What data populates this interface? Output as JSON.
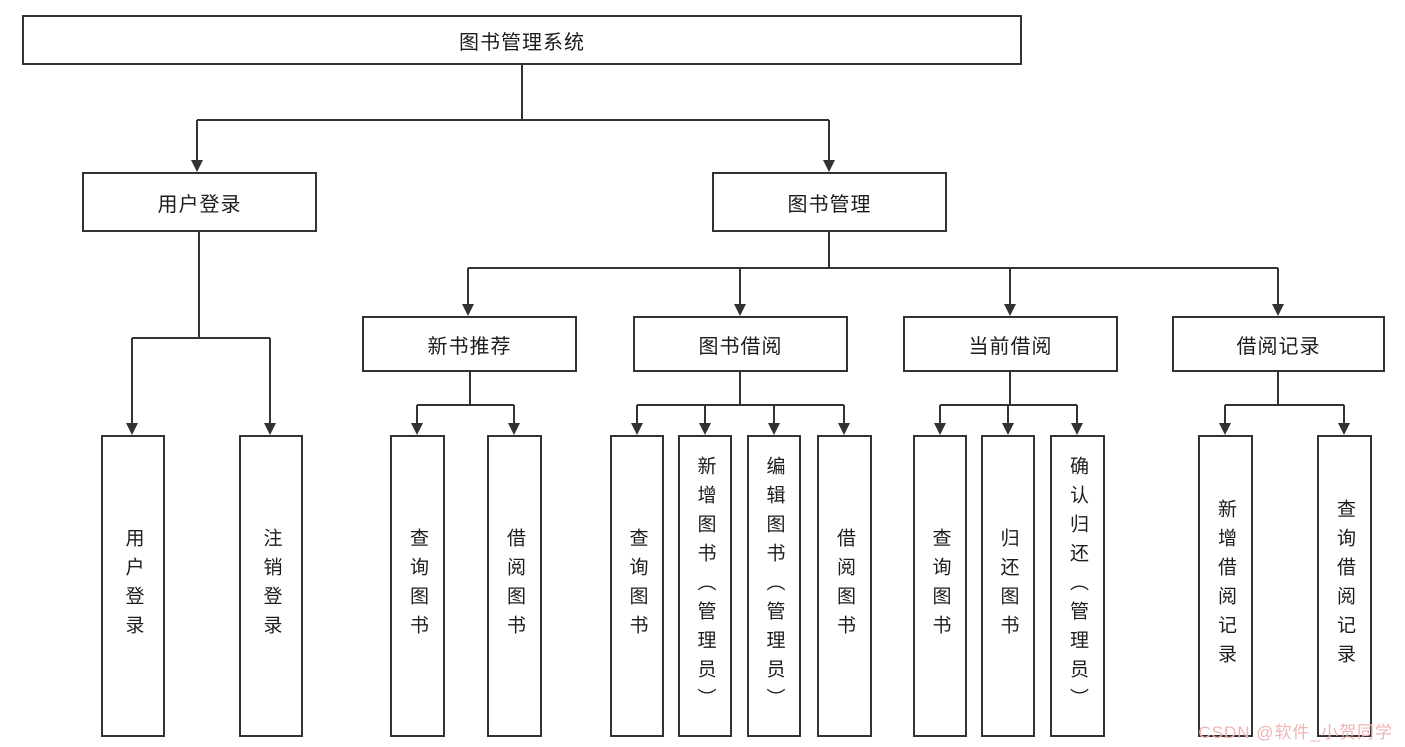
{
  "tree": {
    "root": "图书管理系统",
    "branches": [
      {
        "label": "用户登录",
        "leaves": [
          "用户登录",
          "注销登录"
        ]
      },
      {
        "label": "图书管理",
        "groups": [
          {
            "label": "新书推荐",
            "leaves": [
              "查询图书",
              "借阅图书"
            ]
          },
          {
            "label": "图书借阅",
            "leaves": [
              "查询图书",
              "新增图书（管理员）",
              "编辑图书（管理员）",
              "借阅图书"
            ]
          },
          {
            "label": "当前借阅",
            "leaves": [
              "查询图书",
              "归还图书",
              "确认归还（管理员）"
            ]
          },
          {
            "label": "借阅记录",
            "leaves": [
              "新增借阅记录",
              "查询借阅记录"
            ]
          }
        ]
      }
    ]
  },
  "watermark": {
    "text": "CSDN @软件_小贺同学",
    "color": "#f0b4b4"
  },
  "colors": {
    "line": "#333333",
    "box_border": "#333333",
    "text": "#1c1c1c",
    "background": "#ffffff"
  }
}
